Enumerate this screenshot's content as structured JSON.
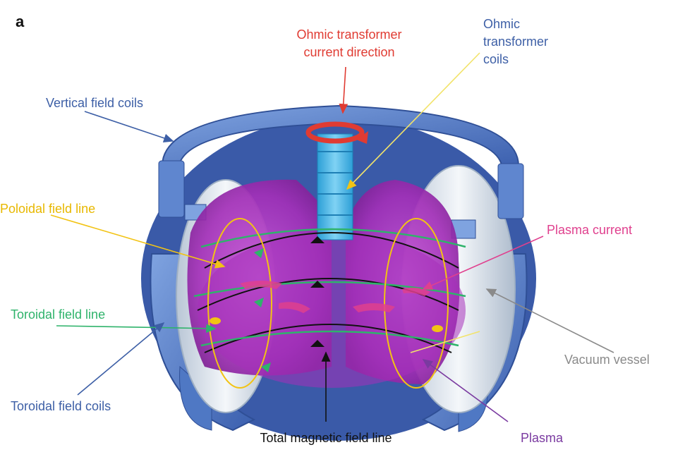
{
  "panel_label": "a",
  "colors": {
    "coil_blue": "#4f78c4",
    "coil_dark": "#2f4f96",
    "solenoid_cyan": "#3fb3e6",
    "plasma_magenta": "#b43ac6",
    "vessel_silver": "#dfe6ee",
    "ohmic_red": "#e03b32",
    "poloidal_yellow": "#f2c314",
    "toroidal_green": "#2fb36b",
    "plasma_current_pink": "#e0408e",
    "label_blue": "#3d5fa6",
    "label_grey": "#8a8a8a",
    "label_purple": "#7a3aa0"
  },
  "labels": {
    "ohmic_current_line1": "Ohmic transformer",
    "ohmic_current_line2": "current direction",
    "ohmic_coils_line1": "Ohmic",
    "ohmic_coils_line2": "transformer",
    "ohmic_coils_line3": "coils",
    "vertical_field_coils": "Vertical field coils",
    "poloidal_field_line": "Poloidal field line",
    "plasma_current": "Plasma current",
    "toroidal_field_line": "Toroidal field line",
    "vacuum_vessel": "Vacuum vessel",
    "toroidal_field_coils": "Toroidal field coils",
    "total_magnetic_field_line": "Total magnetic field line",
    "plasma": "Plasma"
  }
}
